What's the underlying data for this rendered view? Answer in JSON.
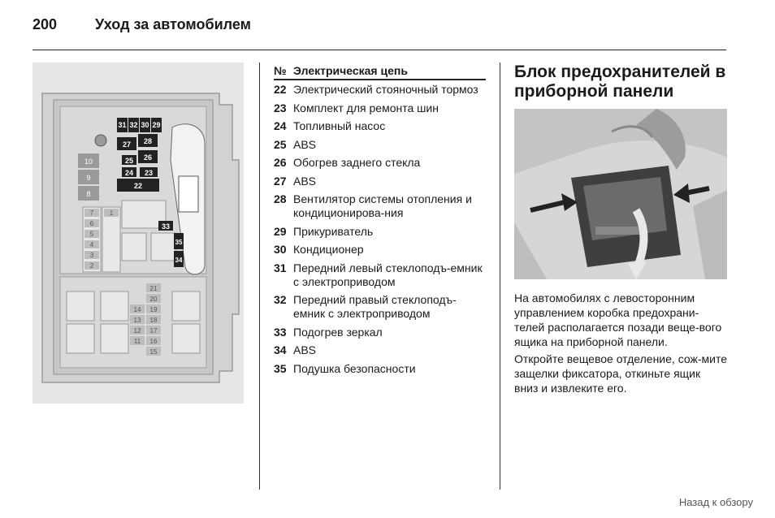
{
  "header": {
    "page_number": "200",
    "section_title": "Уход за автомобилем"
  },
  "fuse_figure": {
    "labels": [
      "31",
      "32",
      "30",
      "29",
      "28",
      "27",
      "26",
      "25",
      "24",
      "23",
      "22",
      "10",
      "9",
      "8",
      "33",
      "35",
      "34",
      "21",
      "20",
      "19",
      "18",
      "17",
      "16",
      "15",
      "14",
      "13",
      "12",
      "11",
      "7",
      "6",
      "5",
      "4",
      "3",
      "2",
      "1"
    ]
  },
  "fuse_table": {
    "header_num": "№",
    "header_circuit": "Электрическая цепь",
    "rows": [
      {
        "num": "22",
        "desc": "Электрический стояночный тормоз"
      },
      {
        "num": "23",
        "desc": "Комплект для ремонта шин"
      },
      {
        "num": "24",
        "desc": "Топливный насос"
      },
      {
        "num": "25",
        "desc": "ABS"
      },
      {
        "num": "26",
        "desc": "Обогрев заднего стекла"
      },
      {
        "num": "27",
        "desc": "ABS"
      },
      {
        "num": "28",
        "desc": "Вентилятор системы отопления и кондиционирова-ния"
      },
      {
        "num": "29",
        "desc": "Прикуриватель"
      },
      {
        "num": "30",
        "desc": "Кондиционер"
      },
      {
        "num": "31",
        "desc": "Передний левый стеклоподъ-емник с электроприводом"
      },
      {
        "num": "32",
        "desc": "Передний правый стеклоподъ-емник с электроприводом"
      },
      {
        "num": "33",
        "desc": "Подогрев зеркал"
      },
      {
        "num": "34",
        "desc": "ABS"
      },
      {
        "num": "35",
        "desc": "Подушка безопасности"
      }
    ]
  },
  "right_column": {
    "heading": "Блок предохранителей в приборной панели",
    "para1": "На автомобилях с левосторонним управлением коробка предохрани-телей располагается позади веще-вого ящика на приборной панели.",
    "para2": "Откройте вещевое отделение, сож-мите защелки фиксатора, откиньте ящик вниз и извлеките его."
  },
  "footer": {
    "back_link": "Назад к обзору"
  }
}
